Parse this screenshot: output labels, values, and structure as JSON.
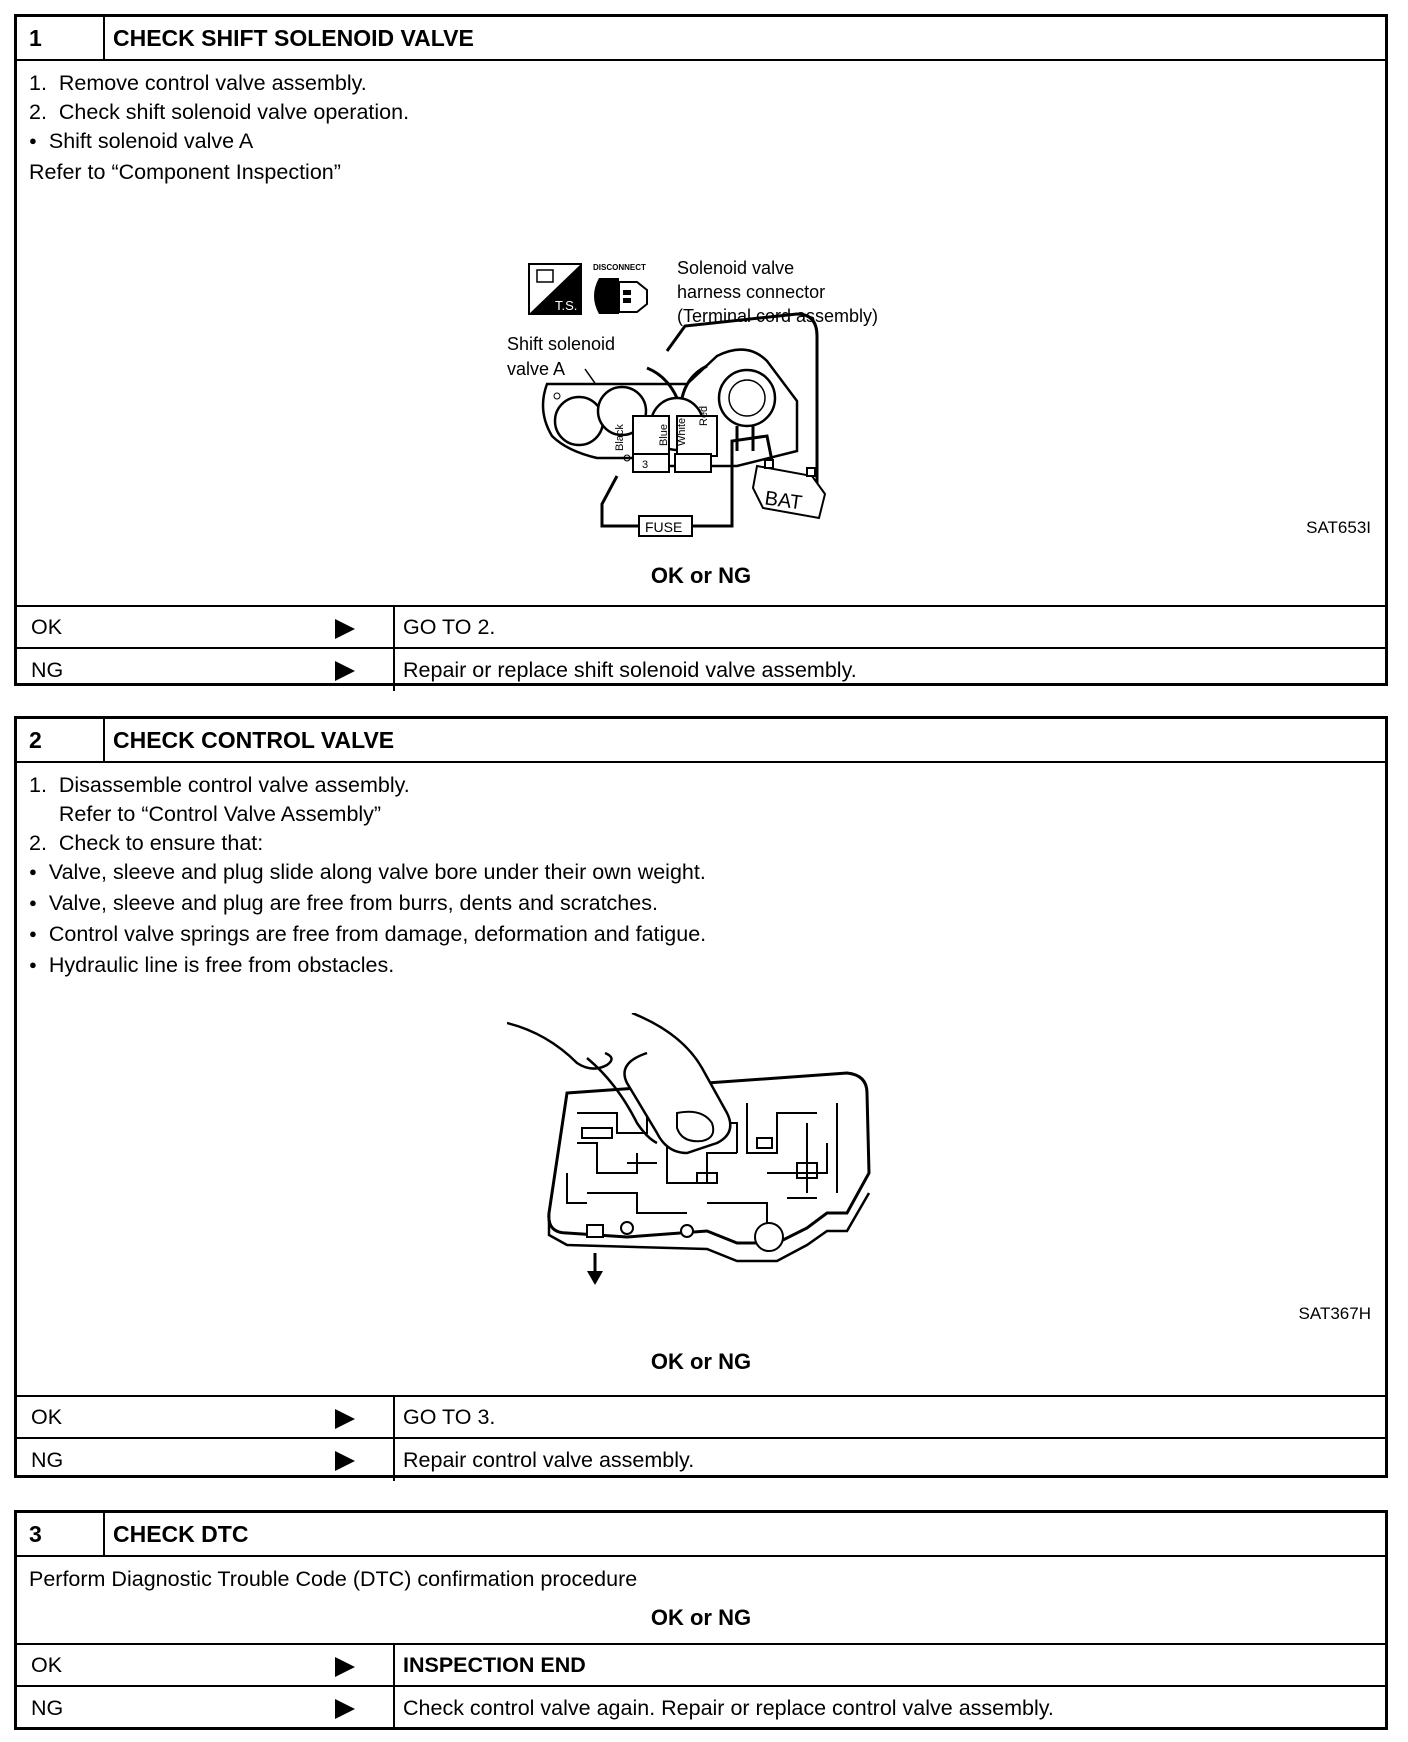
{
  "steps": [
    {
      "number": "1",
      "title": "CHECK SHIFT SOLENOID VALVE",
      "lines": [
        "1.  Remove control valve assembly.",
        "2.  Check shift solenoid valve operation."
      ],
      "bullets": [
        "Shift solenoid valve A"
      ],
      "after": "Refer to “Component Inspection”",
      "figure": {
        "ts_label": "T.S.",
        "disconnect_label": "DISCONNECT",
        "connector_label": [
          "Solenoid  valve",
          "harness  connector",
          "(Terminal  cord  assembly)"
        ],
        "valve_label": [
          "Shift  solenoid",
          "valve  A"
        ],
        "wires": [
          "Black",
          "Blue",
          "White",
          "Red"
        ],
        "terminal": "3",
        "fuse": "FUSE",
        "battery": "BAT",
        "code": "SAT653I"
      },
      "okng": "OK or NG",
      "ok": {
        "label": "OK",
        "action": "GO TO 2."
      },
      "ng": {
        "label": "NG",
        "action": "Repair or replace shift solenoid valve assembly."
      }
    },
    {
      "number": "2",
      "title": "CHECK CONTROL VALVE",
      "lines": [
        "1.  Disassemble control valve assembly.",
        "     Refer to “Control Valve Assembly”",
        "2.  Check to ensure that:"
      ],
      "bullets": [
        "Valve, sleeve and plug slide along valve bore under their own weight.",
        "Valve, sleeve and plug are free from burrs, dents and scratches.",
        "Control valve springs are free from damage, deformation and fatigue.",
        "Hydraulic line is free from obstacles."
      ],
      "figure": {
        "code": "SAT367H"
      },
      "okng": "OK or NG",
      "ok": {
        "label": "OK",
        "action": "GO TO 3."
      },
      "ng": {
        "label": "NG",
        "action": "Repair control valve assembly."
      }
    },
    {
      "number": "3",
      "title": "CHECK DTC",
      "lines": [
        "Perform Diagnostic Trouble Code (DTC) confirmation procedure"
      ],
      "okng": "OK or NG",
      "ok": {
        "label": "OK",
        "action": "INSPECTION END"
      },
      "ng": {
        "label": "NG",
        "action": "Check control valve again. Repair or replace control valve assembly."
      }
    }
  ]
}
